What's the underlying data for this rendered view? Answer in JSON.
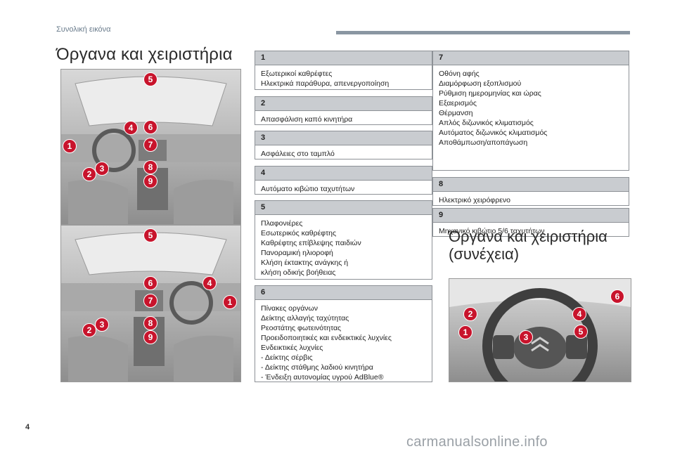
{
  "header": {
    "section": "Συνολική εικόνα",
    "title": "Όργανα και χειριστήρια"
  },
  "sections": [
    {
      "num": "1",
      "lines": [
        "Εξωτερικοί καθρέφτες",
        "Ηλεκτρικά παράθυρα, απενεργοποίηση"
      ]
    },
    {
      "num": "2",
      "lines": [
        "Απασφάλιση καπό κινητήρα"
      ]
    },
    {
      "num": "3",
      "lines": [
        "Ασφάλειες στο ταμπλό"
      ]
    },
    {
      "num": "4",
      "lines": [
        "Αυτόματο κιβώτιο ταχυτήτων"
      ]
    },
    {
      "num": "5",
      "lines": [
        "Πλαφονιέρες",
        "Εσωτερικός καθρέφτης",
        "Καθρέφτης επίβλεψης παιδιών",
        "Πανοραμική ηλιοροφή",
        "Κλήση έκτακτης ανάγκης ή",
        "κλήση οδικής βοήθειας"
      ]
    },
    {
      "num": "6",
      "lines": [
        "Πίνακες οργάνων",
        "Δείκτης αλλαγής ταχύτητας",
        "Ρεοστάτης φωτεινότητας",
        "Προειδοποιητικές και ενδεικτικές λυχνίες",
        "Ενδεικτικές λυχνίες",
        "-  Δείκτης σέρβις",
        "-  Δείκτης στάθμης λαδιού κινητήρα",
        "-  Ένδειξη αυτονομίας υγρού AdBlue®"
      ]
    },
    {
      "num": "7",
      "lines": [
        "Οθόνη αφής",
        "Διαμόρφωση εξοπλισμού",
        "Ρύθμιση ημερομηνίας και ώρας",
        "Εξαερισμός",
        "Θέρμανση",
        "Απλός διζωνικός κλιματισμός",
        "Αυτόματος διζωνικός κλιματισμός",
        "Αποθάμπωση/αποπάγωση"
      ]
    },
    {
      "num": "8",
      "lines": [
        "Ηλεκτρικό χειρόφρενο"
      ]
    },
    {
      "num": "9",
      "lines": [
        "Μηχανικό κιβώτιο 5/6 ταχυτήτων"
      ]
    }
  ],
  "subtitle": {
    "line1": "Όργανα και χειριστήρια",
    "line2": "(συνέχεια)"
  },
  "photo_top_badges": [
    "5",
    "4",
    "6",
    "7",
    "1",
    "3",
    "8",
    "2",
    "9"
  ],
  "photo_bottom_badges": [
    "5",
    "6",
    "4",
    "7",
    "1",
    "3",
    "8",
    "2",
    "9"
  ],
  "photo_wheel_badges": [
    "6",
    "2",
    "4",
    "1",
    "5",
    "3"
  ],
  "footer": {
    "page": "4",
    "watermark": "carmanualsonline.info"
  },
  "colors": {
    "badge": "#c8142c",
    "box_header": "#c9ccd0",
    "rule": "#8a96a2"
  }
}
